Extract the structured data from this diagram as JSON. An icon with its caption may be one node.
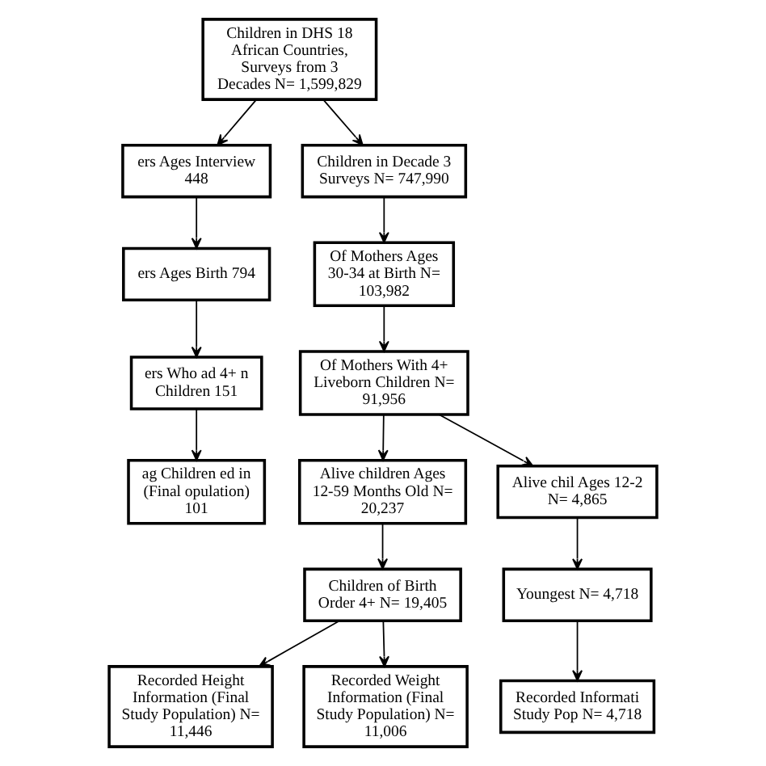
{
  "diagram": {
    "nodes": [
      {
        "text": [
          "Children in DHS 18 African Countries, Surveys from 3 Decades N= 1,599,829"
        ]
      },
      {
        "text": [
          "ers Ages Interview 448"
        ]
      },
      {
        "text": [
          "ers Ages Birth 794"
        ]
      },
      {
        "text": [
          "ers Who ad 4+ n Children 151"
        ]
      },
      {
        "text": [
          "ag Children ed in (Final opulation) 101"
        ]
      },
      {
        "text": [
          "Children in Decade 3 Surveys N= 747,990"
        ]
      },
      {
        "text": [
          "Of Mothers Ages 30-34 at Birth N= 103,982"
        ]
      },
      {
        "text": [
          "Of Mothers With 4+ Liveborn Children N= 91,956"
        ]
      },
      {
        "text": [
          "Alive children Ages 12-59 Months Old N= 20,237"
        ]
      },
      {
        "text": [
          "Alive chil Ages 12-2 N= 4,865"
        ]
      },
      {
        "text": [
          "Children of Birth Order 4+ N= 19,405"
        ]
      },
      {
        "text": [
          "Youngest N= 4,718"
        ]
      },
      {
        "text": [
          "Recorded Height Information (Final Study Population) N= 11,446"
        ]
      },
      {
        "text": [
          "Recorded Weight Information (Final Study Population) N= 11,006"
        ]
      },
      {
        "text": [
          "Recorded Informati Study Pop N= 4,718"
        ]
      }
    ],
    "edges": [
      {
        "from": 0,
        "to": 1,
        "arrow": "to"
      },
      {
        "from": 0,
        "to": 5,
        "arrow": "to"
      },
      {
        "from": 1,
        "to": 2,
        "arrow": "to"
      },
      {
        "from": 2,
        "to": 3,
        "arrow": "to"
      },
      {
        "from": 3,
        "to": 4,
        "arrow": "to"
      },
      {
        "from": 5,
        "to": 6,
        "arrow": "to"
      },
      {
        "from": 6,
        "to": 7,
        "arrow": "to"
      },
      {
        "from": 7,
        "to": 8,
        "arrow": "to"
      },
      {
        "from": 7,
        "to": 9,
        "arrow": "to"
      },
      {
        "from": 8,
        "to": 10,
        "arrow": "to"
      },
      {
        "from": 9,
        "to": 11,
        "arrow": "to"
      },
      {
        "from": 10,
        "to": 12,
        "arrow": "to"
      },
      {
        "from": 10,
        "to": 13,
        "arrow": "to"
      },
      {
        "from": 11,
        "to": 14,
        "arrow": "to"
      }
    ]
  }
}
